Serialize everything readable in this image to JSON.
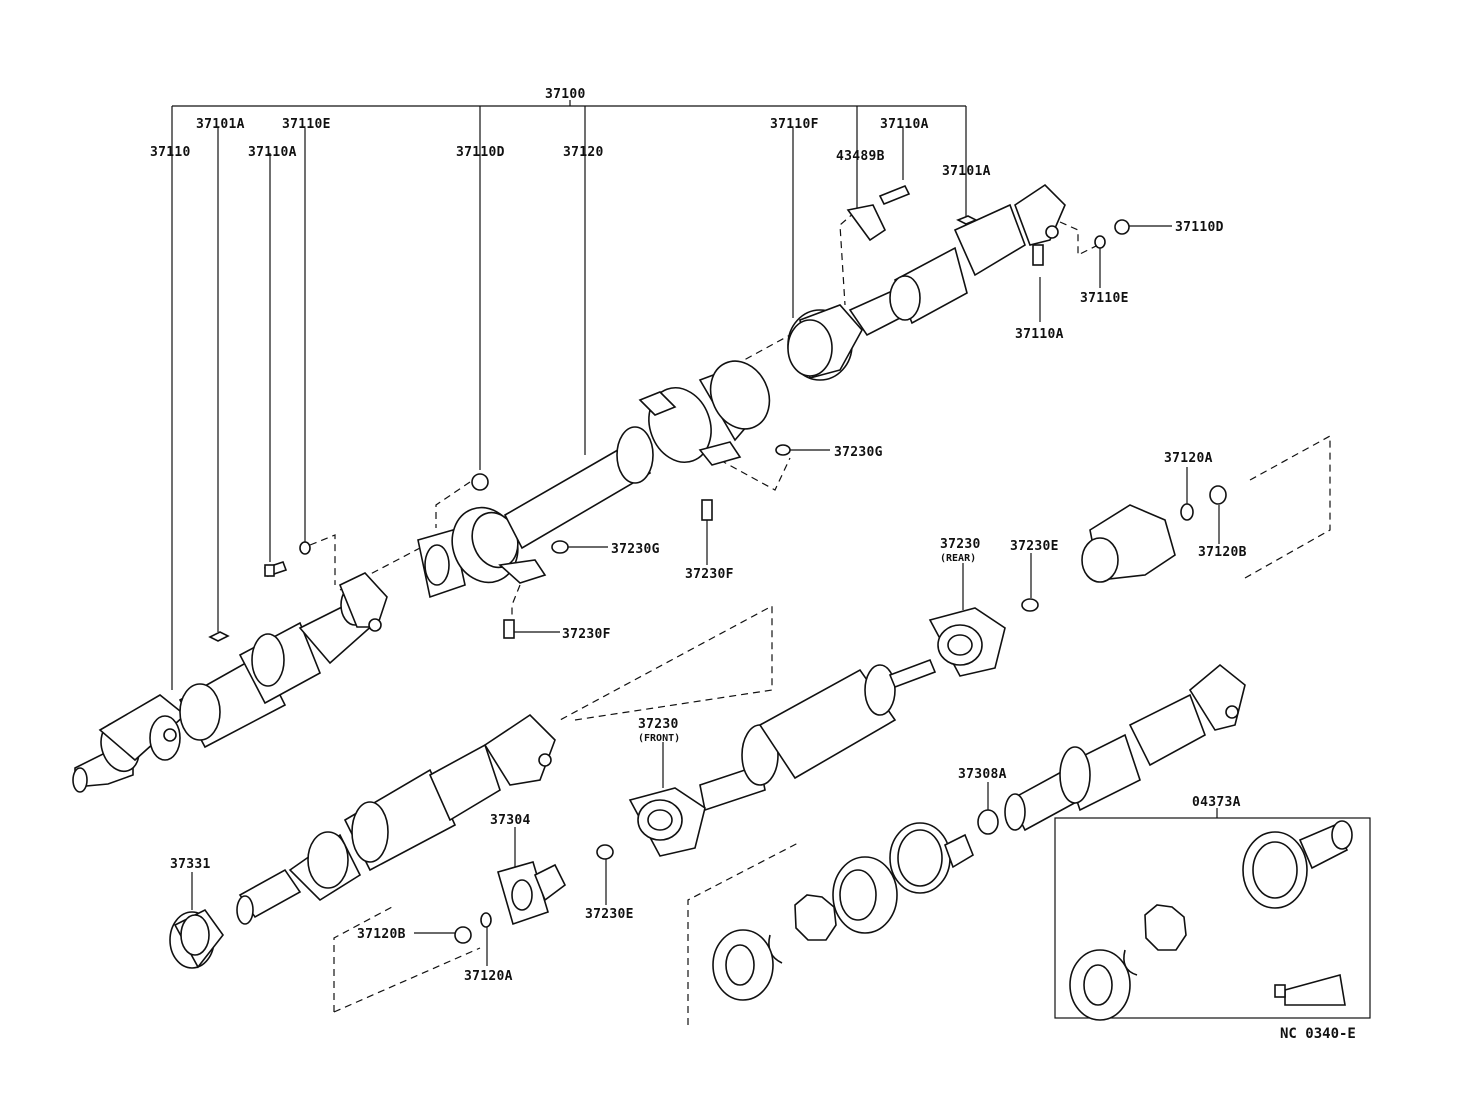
{
  "labels": {
    "l37100": "37100",
    "l37110": "37110",
    "l37101A_1": "37101A",
    "l37110A_1": "37110A",
    "l37110E_1": "37110E",
    "l37110D_1": "37110D",
    "l37120": "37120",
    "l37110F": "37110F",
    "l43489B": "43489B",
    "l37110A_2": "37110A",
    "l37101A_2": "37101A",
    "l37110D_2": "37110D",
    "l37110E_2": "37110E",
    "l37110A_3": "37110A",
    "l37230G_1": "37230G",
    "l37230G_2": "37230G",
    "l37230F_1": "37230F",
    "l37230F_2": "37230F",
    "l37120A_1": "37120A",
    "l37120B_1": "37120B",
    "l37230_rear": "37230",
    "rear": "(REAR)",
    "l37230E_1": "37230E",
    "l37230_front": "37230",
    "front": "(FRONT)",
    "l37304": "37304",
    "l37331": "37331",
    "l37120B_2": "37120B",
    "l37120A_2": "37120A",
    "l37230E_2": "37230E",
    "l37308A": "37308A",
    "l04373A": "04373A"
  },
  "diagram_code": "NC 0340-E"
}
